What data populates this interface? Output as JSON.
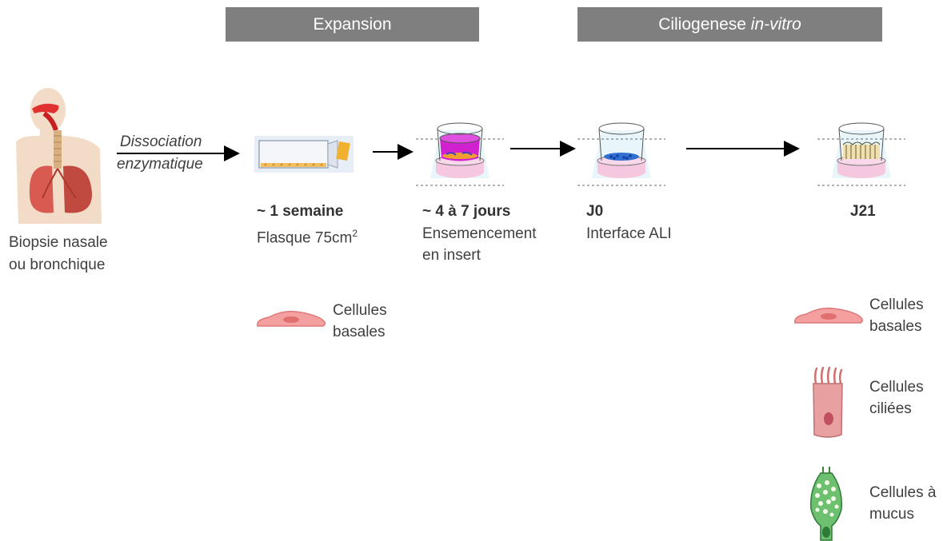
{
  "banners": {
    "expansion": "Expansion",
    "ciliogenese": "Ciliogenese",
    "ciliogenese_italic": "in-vitro"
  },
  "source": {
    "line1": "Biopsie nasale",
    "line2": "ou bronchique"
  },
  "dissociation": {
    "line1": "Dissociation",
    "line2": "enzymatique"
  },
  "steps": [
    {
      "title": "~ 1 semaine",
      "line1": "Flasque 75cm",
      "sup": "2",
      "line2": ""
    },
    {
      "title": "~ 4 à 7 jours",
      "line1": "Ensemencement",
      "sup": "",
      "line2": "en insert"
    },
    {
      "title": "J0",
      "line1": "Interface ALI",
      "sup": "",
      "line2": ""
    },
    {
      "title": "J21",
      "line1": "",
      "sup": "",
      "line2": ""
    }
  ],
  "cells_expansion": {
    "basal": {
      "line1": "Cellules",
      "line2": "basales"
    }
  },
  "cells_j21": {
    "basal": {
      "line1": "Cellules",
      "line2": "basales"
    },
    "ciliated": {
      "line1": "Cellules",
      "line2": "ciliées"
    },
    "mucus": {
      "line1": "Cellules à",
      "line2": "mucus"
    }
  },
  "colors": {
    "banner": "#7f7f7f",
    "cell_pink": "#f08c8c",
    "ciliated_body": "#e8a0a0",
    "mucus_green": "#6cc070",
    "insert_pink": "#f4b8d8",
    "magenta_medium": "#d020d0"
  }
}
